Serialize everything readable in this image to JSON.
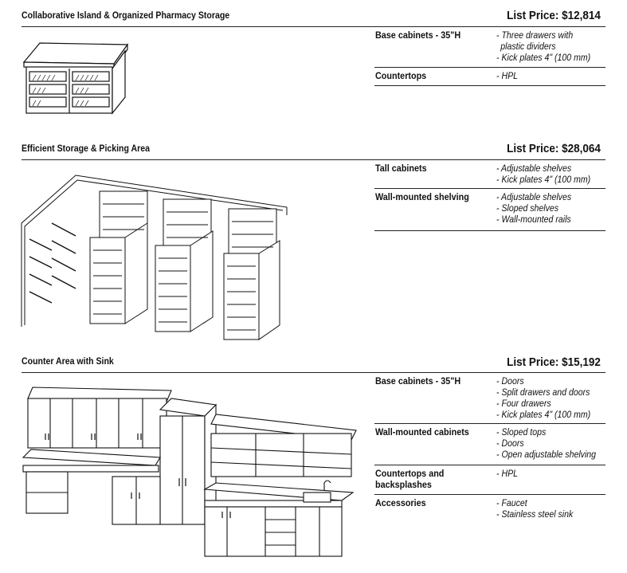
{
  "sections": [
    {
      "title": "Collaborative Island & Organized Pharmacy Storage",
      "price": "List Price: $12,814",
      "rows": [
        {
          "label": "Base cabinets - 35\"H",
          "items": [
            "- Three drawers with",
            "  plastic dividers",
            "- Kick plates 4\" (100 mm)"
          ]
        },
        {
          "label": "Countertops",
          "items": [
            "- HPL"
          ]
        }
      ]
    },
    {
      "title": "Efficient Storage & Picking Area",
      "price": "List Price: $28,064",
      "rows": [
        {
          "label": "Tall cabinets",
          "items": [
            "- Adjustable shelves",
            "- Kick plates 4\" (100 mm)"
          ]
        },
        {
          "label": "Wall-mounted shelving",
          "items": [
            "- Adjustable shelves",
            "- Sloped shelves",
            "- Wall-mounted rails"
          ]
        }
      ]
    },
    {
      "title": "Counter Area with Sink",
      "price": "List Price: $15,192",
      "rows": [
        {
          "label": "Base cabinets - 35\"H",
          "items": [
            "- Doors",
            "- Split drawers and doors",
            "- Four drawers",
            "- Kick plates 4\" (100 mm)"
          ]
        },
        {
          "label": "Wall-mounted cabinets",
          "items": [
            "- Sloped tops",
            "- Doors",
            "- Open adjustable shelving"
          ]
        },
        {
          "label": "Countertops and\nbacksplashes",
          "items": [
            "- HPL"
          ]
        },
        {
          "label": "Accessories",
          "items": [
            "- Faucet",
            "- Stainless steel sink"
          ]
        }
      ]
    }
  ]
}
